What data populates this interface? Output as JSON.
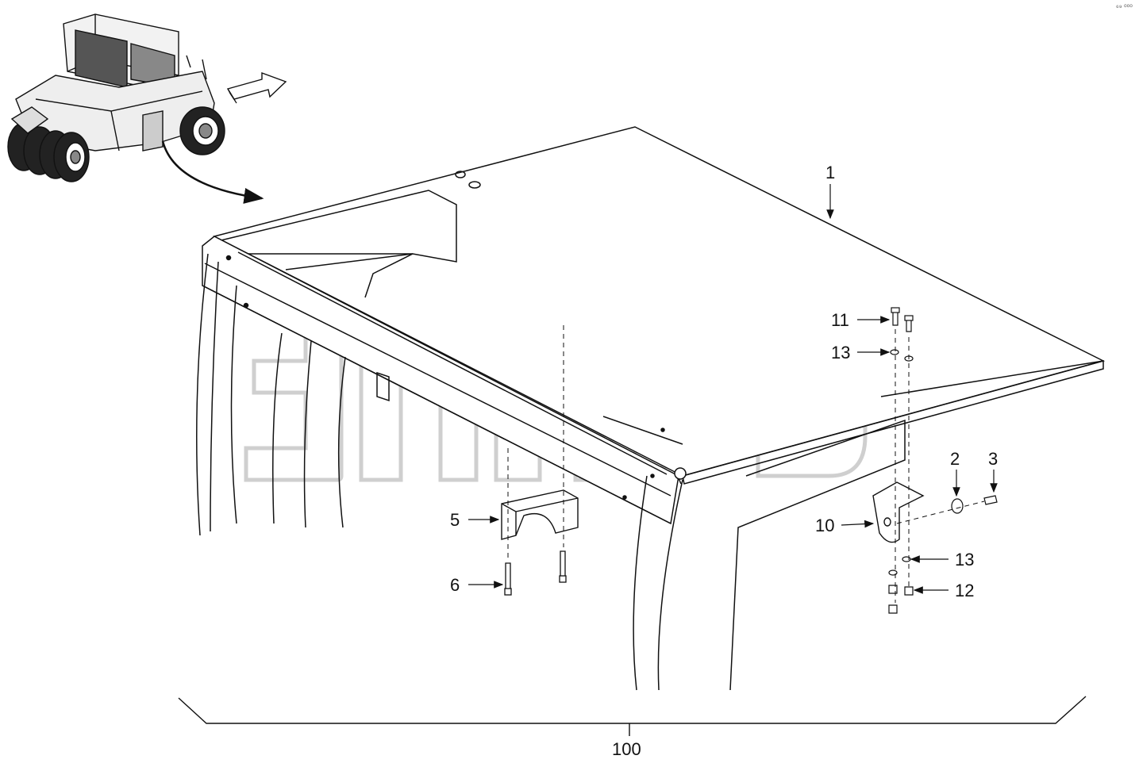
{
  "diagram": {
    "reference_code": "⁶⁹ ⁰⁰⁰",
    "watermark": {
      "mark": "ТТЦ",
      "tm": "TM"
    },
    "callouts": [
      {
        "id": "c1",
        "label": "1"
      },
      {
        "id": "c2",
        "label": "2"
      },
      {
        "id": "c3",
        "label": "3"
      },
      {
        "id": "c5",
        "label": "5"
      },
      {
        "id": "c6",
        "label": "6"
      },
      {
        "id": "c10",
        "label": "10"
      },
      {
        "id": "c11",
        "label": "11"
      },
      {
        "id": "c12",
        "label": "12"
      },
      {
        "id": "c13a",
        "label": "13"
      },
      {
        "id": "c13b",
        "label": "13"
      },
      {
        "id": "c100",
        "label": "100"
      }
    ]
  }
}
